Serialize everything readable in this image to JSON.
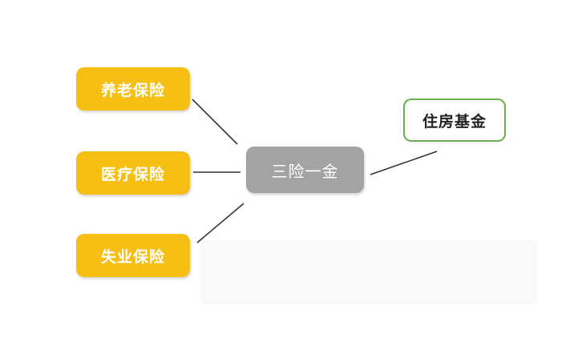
{
  "diagram": {
    "center": {
      "label": "三险一金"
    },
    "insurances": [
      {
        "label": "养老保险"
      },
      {
        "label": "医疗保险"
      },
      {
        "label": "失业保险"
      }
    ],
    "fund": {
      "label": "住房基金"
    },
    "colors": {
      "insurance_fill": "#f7be13",
      "center_fill": "#a3a3a3",
      "fund_border": "#6ab04c",
      "connector": "#333333"
    }
  }
}
